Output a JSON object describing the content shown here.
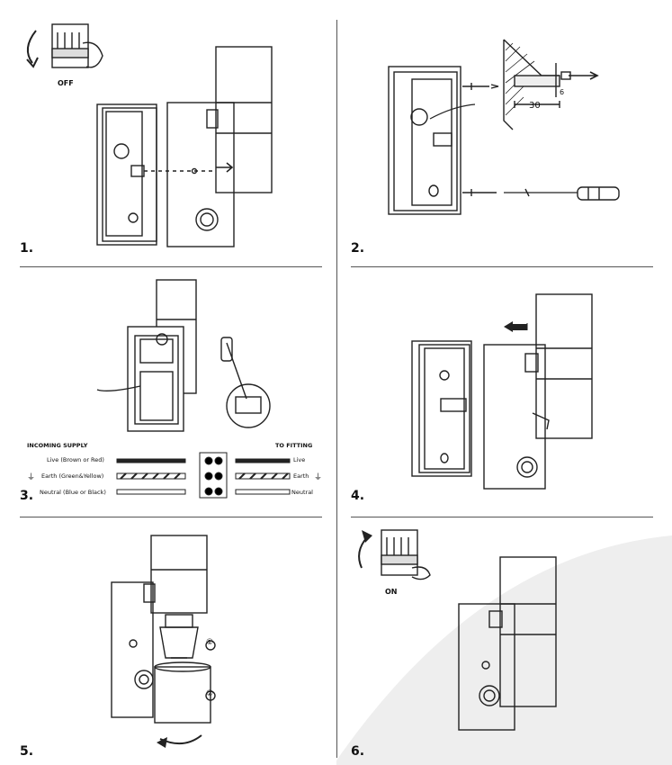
{
  "steps": [
    {
      "number": "1.",
      "switch_label": "OFF"
    },
    {
      "number": "2.",
      "dimension_depth": "30",
      "dimension_diameter": "6"
    },
    {
      "number": "3.",
      "incoming_header": "INCOMING SUPPLY",
      "fitting_header": "TO FITTING",
      "wires": [
        {
          "incoming": "Live (Brown or Red)",
          "fitting": "Live"
        },
        {
          "incoming": "Earth (Green&Yellow)",
          "fitting": "Earth"
        },
        {
          "incoming": "Neutral (Blue or Black)",
          "fitting": "Neutral"
        }
      ]
    },
    {
      "number": "4."
    },
    {
      "number": "5.",
      "callout_1": "①",
      "callout_2": "②"
    },
    {
      "number": "6.",
      "switch_label": "ON"
    }
  ],
  "colors": {
    "line": "#222222",
    "background": "#ffffff",
    "shade": "#eeeeee"
  }
}
